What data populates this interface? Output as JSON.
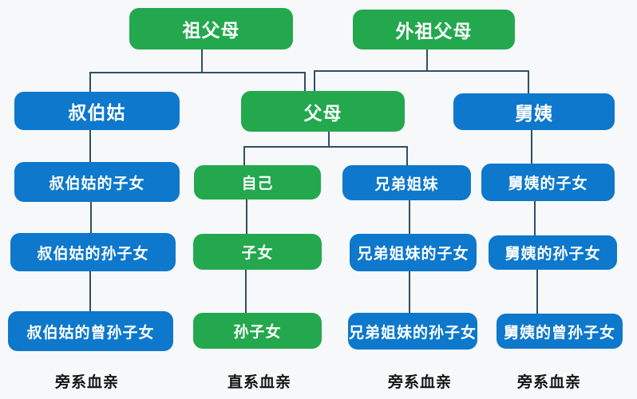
{
  "nodes": {
    "paternal_grandparents": {
      "label": "祖父母",
      "lineage": "direct"
    },
    "maternal_grandparents": {
      "label": "外祖父母",
      "lineage": "direct"
    },
    "paternal_uncles_aunts": {
      "label": "叔伯姑",
      "lineage": "collateral"
    },
    "parents": {
      "label": "父母",
      "lineage": "direct"
    },
    "maternal_uncles_aunts": {
      "label": "舅姨",
      "lineage": "collateral"
    },
    "paternal_uncles_aunts_children": {
      "label": "叔伯姑的子女",
      "lineage": "collateral"
    },
    "self": {
      "label": "自己",
      "lineage": "direct"
    },
    "siblings": {
      "label": "兄弟姐妹",
      "lineage": "collateral"
    },
    "maternal_uncles_aunts_children": {
      "label": "舅姨的子女",
      "lineage": "collateral"
    },
    "paternal_uncles_aunts_grandchildren": {
      "label": "叔伯姑的孙子女",
      "lineage": "collateral"
    },
    "children": {
      "label": "子女",
      "lineage": "direct"
    },
    "siblings_children": {
      "label": "兄弟姐妹的子女",
      "lineage": "collateral"
    },
    "maternal_uncles_aunts_grandchildren": {
      "label": "舅姨的孙子女",
      "lineage": "collateral"
    },
    "paternal_uncles_aunts_great_grandchildren": {
      "label": "叔伯姑的曾孙子女",
      "lineage": "collateral"
    },
    "grandchildren": {
      "label": "孙子女",
      "lineage": "direct"
    },
    "siblings_grandchildren": {
      "label": "兄弟姐妹的孙子女",
      "lineage": "collateral"
    },
    "maternal_uncles_aunts_great_grandchildren": {
      "label": "舅姨的曾孙子女",
      "lineage": "collateral"
    }
  },
  "footer_labels": {
    "col1": "旁系血亲",
    "col2": "直系血亲",
    "col3": "旁系血亲",
    "col4": "旁系血亲"
  },
  "colors": {
    "direct_lineage_green": "#23a84e",
    "collateral_lineage_blue": "#0d78cc",
    "connector_line": "#2e5066",
    "node_text": "#ffffff",
    "footer_text": "#141414",
    "background": "#f7f8f9"
  }
}
